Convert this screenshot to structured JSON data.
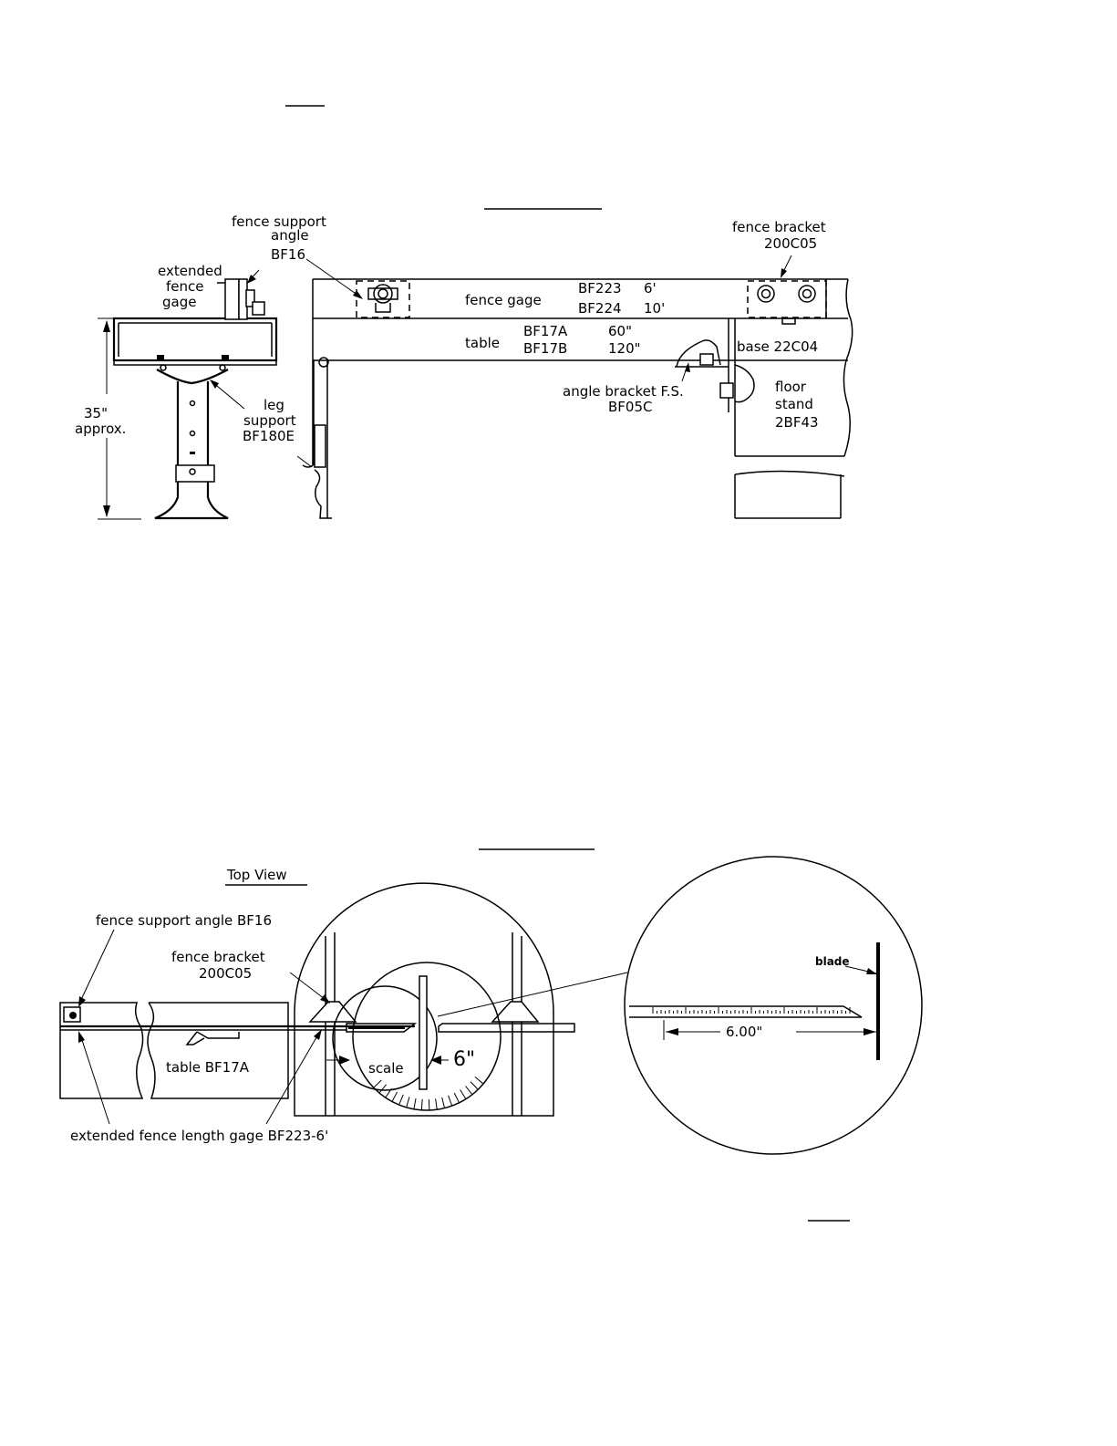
{
  "side_view": {
    "labels": {
      "fence_support_angle": [
        "fence support",
        "angle",
        "BF16"
      ],
      "extended_fence_gage": [
        "extended",
        "fence",
        "gage"
      ],
      "height": [
        "35\"",
        "approx."
      ],
      "leg_support": [
        "leg",
        "support",
        "BF180E"
      ],
      "fence_gage_name": "fence gage",
      "fence_gage_parts": [
        {
          "part": "BF223",
          "size": "6'"
        },
        {
          "part": "BF224",
          "size": "10'"
        }
      ],
      "table_name": "table",
      "table_parts": [
        {
          "part": "BF17A",
          "size": "60\""
        },
        {
          "part": "BF17B",
          "size": "120\""
        }
      ],
      "fence_bracket": [
        "fence bracket",
        "200C05"
      ],
      "base": "base 22C04",
      "angle_bracket": [
        "angle bracket F.S.",
        "BF05C"
      ],
      "floor_stand": [
        "floor",
        "stand",
        "2BF43"
      ]
    }
  },
  "top_view": {
    "title": "Top View",
    "labels": {
      "fence_support_angle": "fence support angle BF16",
      "fence_bracket": [
        "fence bracket",
        "200C05"
      ],
      "table": "table BF17A",
      "scale": "scale",
      "six_inch": "6\"",
      "extended_fence_length_gage": "extended fence length gage BF223-6'"
    },
    "detail": {
      "blade": "blade",
      "dimension": "6.00\""
    }
  },
  "colors": {
    "line": "#000000",
    "background": "#ffffff"
  }
}
